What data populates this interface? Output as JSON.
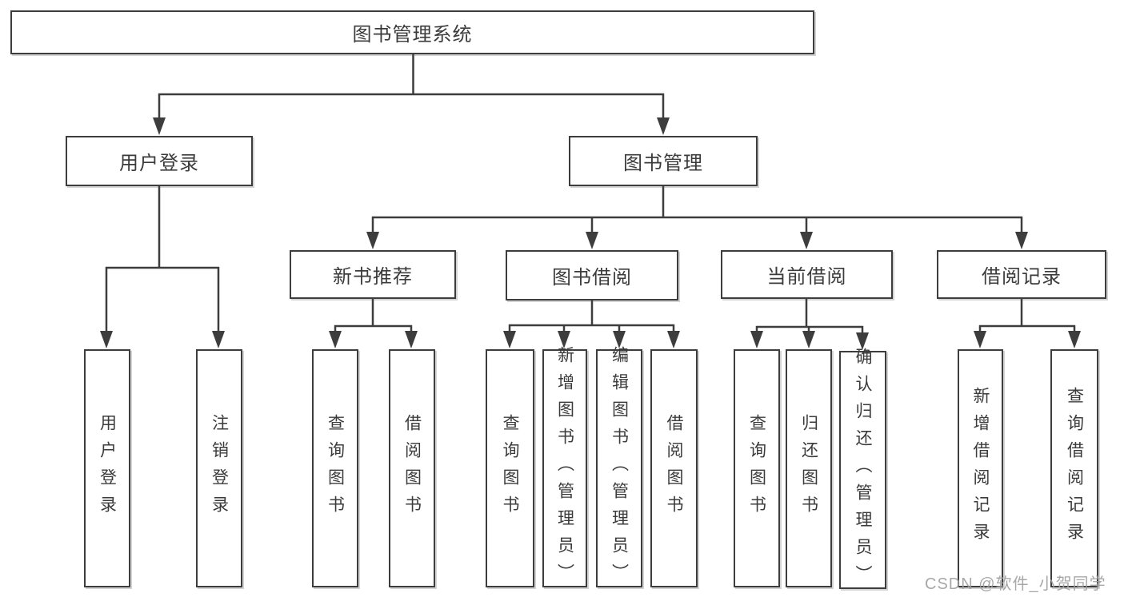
{
  "title": "图书管理系统",
  "nodes": {
    "login": "用户登录",
    "management": "图书管理",
    "new_books": "新书推荐",
    "book_borrow": "图书借阅",
    "current_borrow": "当前借阅",
    "borrow_records": "借阅记录",
    "user_login": "用户登录",
    "logout": "注销登录",
    "nb_query_books": "查询图书",
    "nb_borrow_books": "借阅图书",
    "bb_query_books": "查询图书",
    "bb_add_books": "新增图书（管理员）",
    "bb_edit_books": "编辑图书（管理员）",
    "bb_borrow_books": "借阅图书",
    "cb_query_books": "查询图书",
    "cb_return_books": "归还图书",
    "cb_confirm_return": "确认归还（管理员）",
    "br_add_record": "新增借阅记录",
    "br_query_record": "查询借阅记录"
  },
  "watermark": "CSDN @软件_小贺同学",
  "colors": {
    "line": "#3d3d3d",
    "text": "#3b3b3b",
    "background": "#ffffff",
    "watermark": "#9e9e9e"
  }
}
